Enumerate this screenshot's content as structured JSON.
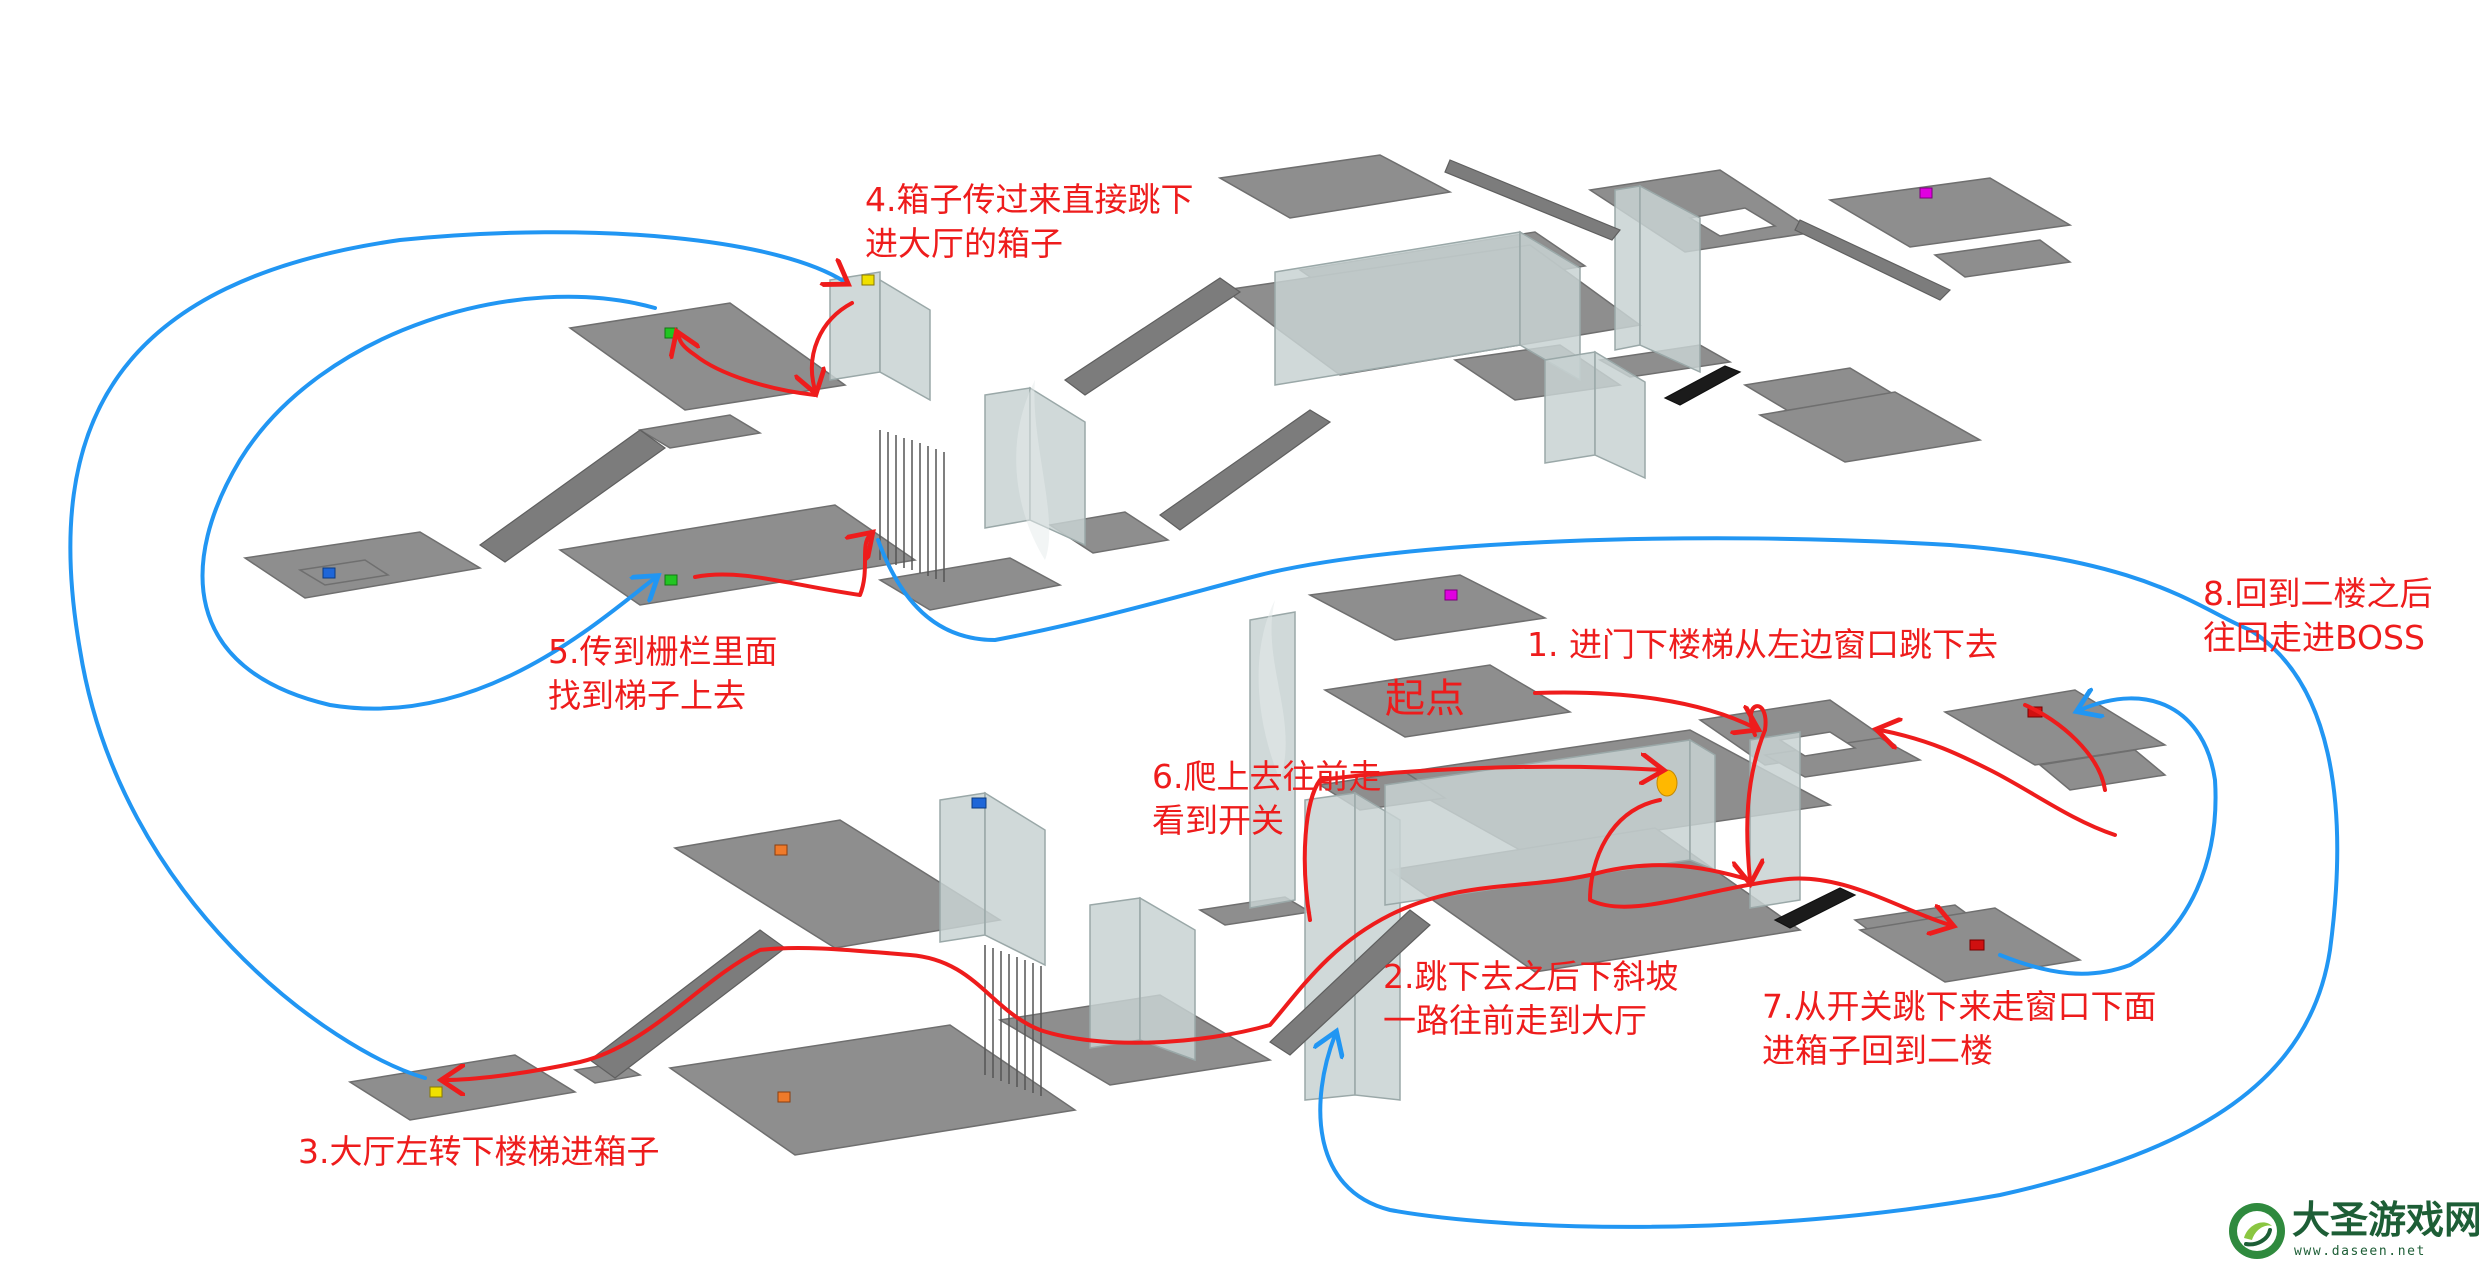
{
  "labels": {
    "step4": [
      "4.箱子传过来直接跳下",
      "进大厅的箱子"
    ],
    "step5": [
      "5.传到栅栏里面",
      "找到梯子上去"
    ],
    "step1": "1. 进门下楼梯从左边窗口跳下去",
    "start": "起点",
    "step6": [
      "6.爬上去往前走",
      "看到开关"
    ],
    "step8": [
      "8.回到二楼之后",
      "往回走进BOSS"
    ],
    "step2": [
      "2.跳下去之后下斜坡",
      "一路往前走到大厅"
    ],
    "step7": [
      "7.从开关跳下来走窗口下面",
      "进箱子回到二楼"
    ],
    "step3": "3.大厅左转下楼梯进箱子"
  },
  "watermark": {
    "title": "大圣游戏网",
    "url": "www.daseen.net"
  },
  "colors": {
    "floor": "#8e8e8e",
    "floor_edge": "#6f6f6f",
    "wall": "#c8d2d2",
    "red_route": "#ee1c1c",
    "blue_route": "#2196f3",
    "logo_green": "#1d5e36"
  },
  "markers": [
    "yellow-box",
    "green-box",
    "blue-box",
    "magenta-box",
    "orange-box",
    "red-box"
  ]
}
